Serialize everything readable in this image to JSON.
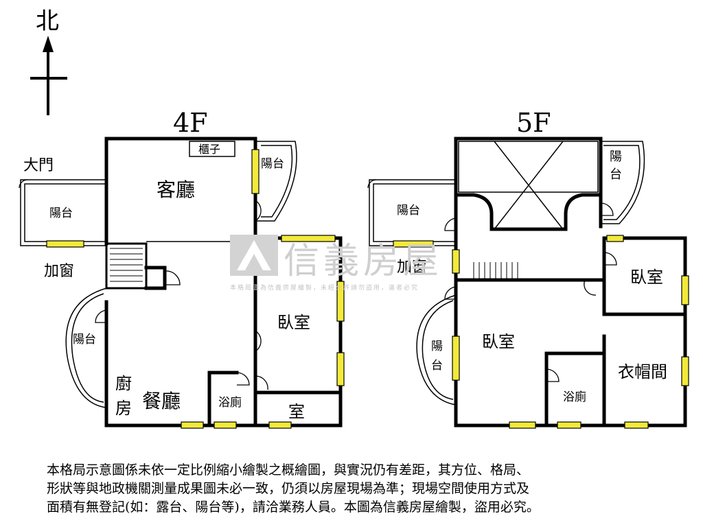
{
  "compass": {
    "north_label": "北"
  },
  "floor4": {
    "title": "4F",
    "rooms": {
      "cabinet": "櫃子",
      "living": "客廳",
      "balcony_ne": "陽台",
      "entrance": "大門",
      "balcony_w": "陽台",
      "add_window": "加窗",
      "balcony_sw": "陽台",
      "kitchen_1": "廚",
      "kitchen_2": "房",
      "dining": "餐廳",
      "bath": "浴廁",
      "bedroom": "臥室",
      "room": "室"
    }
  },
  "floor5": {
    "title": "5F",
    "rooms": {
      "balcony_ne_1": "陽",
      "balcony_ne_2": "台",
      "balcony_w": "陽台",
      "add_window": "加窗",
      "bedroom_e": "臥室",
      "balcony_sw_1": "陽",
      "balcony_sw_2": "台",
      "bedroom_main": "臥室",
      "closet": "衣帽間",
      "bath": "浴廁"
    }
  },
  "watermark": {
    "brand": "信義房屋",
    "note": "本格局圖為信義房屋繪製，未經允許請勿盜用，違者必究"
  },
  "disclaimer": {
    "line1": "本格局示意圖係未依一定比例縮小繪製之概繪圖，與實況仍有差距，其方位、格局、",
    "line2": "形狀等與地政機關測量成果圖未必一致，仍須以房屋現場為準；現場空間使用方式及",
    "line3": "面積有無登記(如：露台、陽台等)，請洽業務人員。本圖為信義房屋繪製，盜用必究。"
  }
}
